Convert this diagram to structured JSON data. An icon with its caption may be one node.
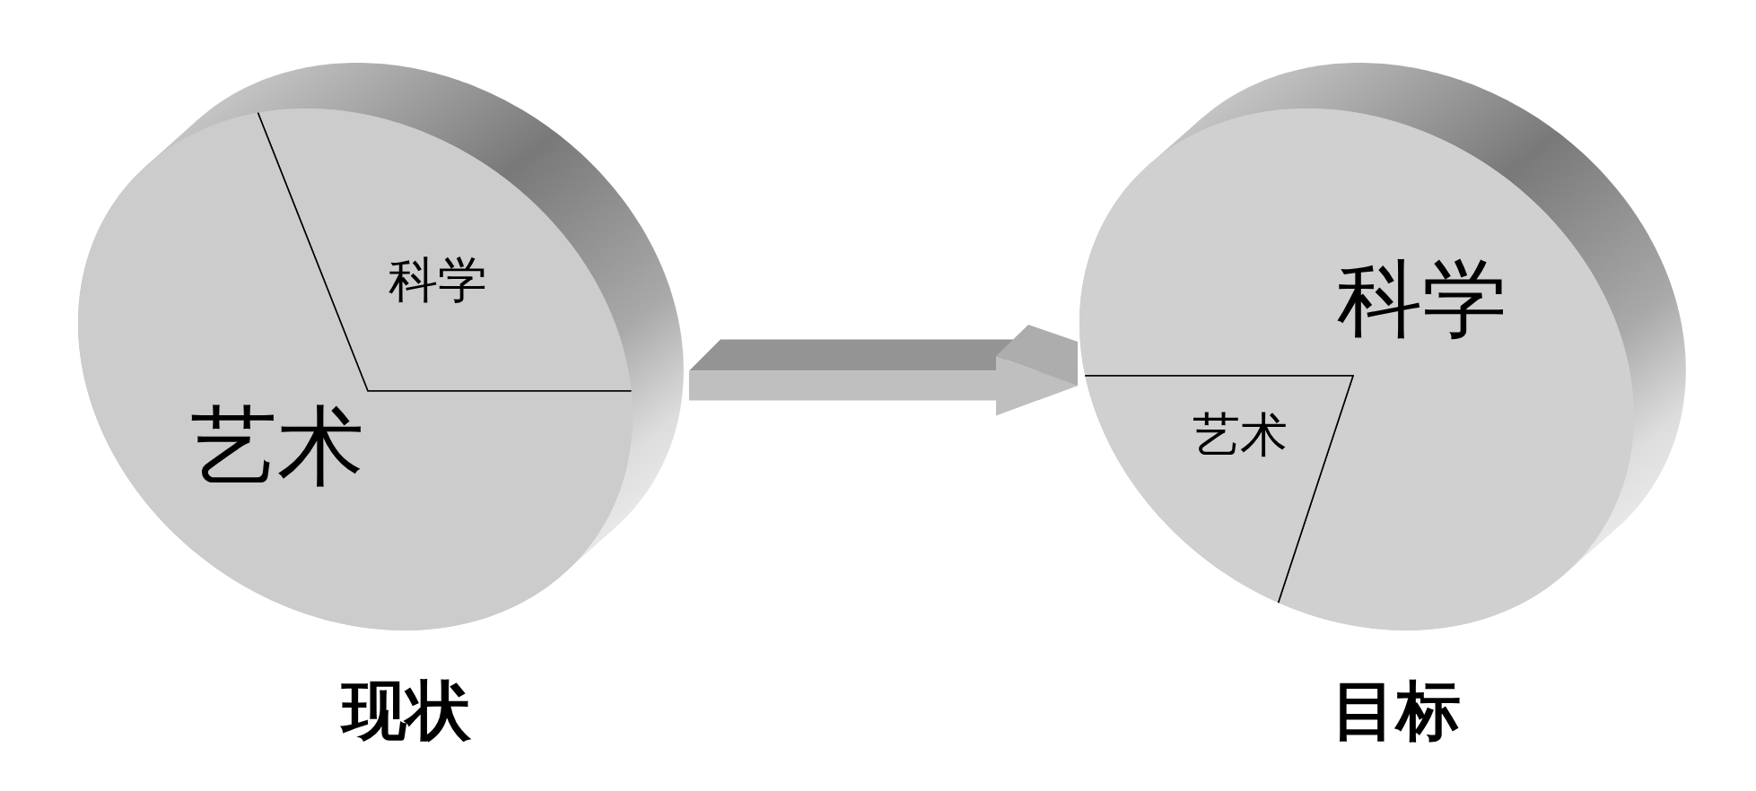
{
  "diagram": {
    "nodes": [
      {
        "text": [
          "科学",
          "艺术"
        ],
        "beside": [
          "现状"
        ]
      },
      {
        "text": [
          "科学",
          "艺术"
        ],
        "beside": [
          "目标"
        ]
      }
    ],
    "edges": [
      {
        "from": 0,
        "to": 1,
        "arrow": "to"
      }
    ]
  }
}
